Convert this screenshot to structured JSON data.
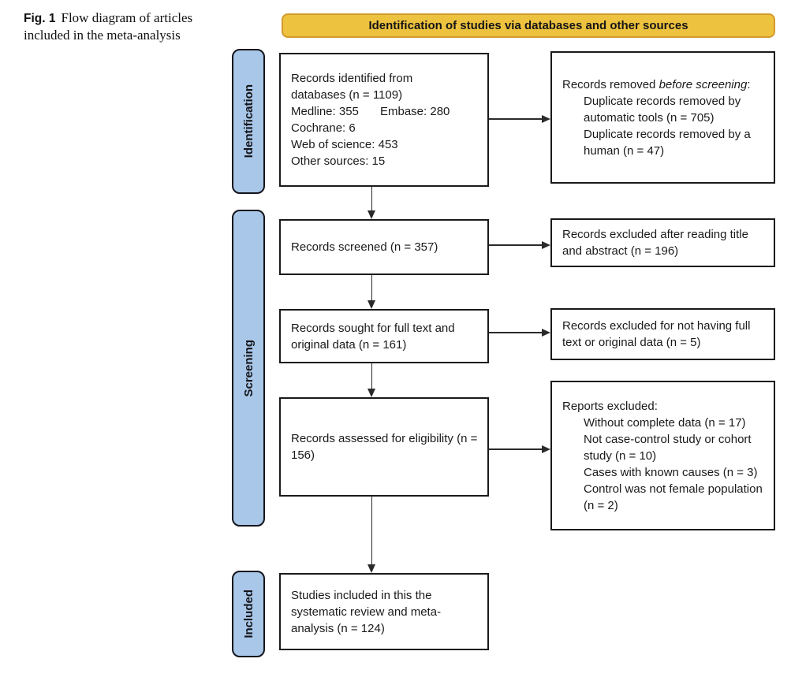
{
  "figure_caption": {
    "label": "Fig. 1",
    "text": "Flow diagram of articles included in the meta-analysis"
  },
  "banner": {
    "text": "Identification of studies via databases and other sources"
  },
  "stages": {
    "identification": "Identification",
    "screening": "Screening",
    "included": "Included"
  },
  "flow": {
    "identified": {
      "line1": "Records identified from",
      "line2": "databases (n = 1109)",
      "medline": "Medline: 355",
      "embase": "Embase: 280",
      "cochrane": "Cochrane: 6",
      "web_of_science": "Web of science: 453",
      "other_sources": "Other sources: 15"
    },
    "screened": {
      "text": "Records screened (n = 357)"
    },
    "sought": {
      "text": "Records sought for full text and original data (n = 161)"
    },
    "assessed": {
      "text": "Records assessed for eligibility (n = 156)"
    },
    "included": {
      "text": "Studies included in this the systematic review and meta-analysis (n = 124)"
    }
  },
  "exclusions": {
    "before_screening": {
      "prefix": "Records removed ",
      "italic": "before screening",
      "suffix": ":",
      "items": [
        "Duplicate records removed by automatic tools (n = 705)",
        "Duplicate records removed by a human (n = 47)"
      ]
    },
    "title_abstract": {
      "text": "Records excluded after reading title and abstract (n = 196)"
    },
    "no_full_text": {
      "text": "Records excluded for not having full text or original data (n = 5)"
    },
    "reports_excluded": {
      "heading": "Reports excluded:",
      "items": [
        "Without complete data (n = 17)",
        "Not case-control study or cohort study (n = 10)",
        "Cases with known causes (n = 3)",
        "Control was not female population (n = 2)"
      ]
    }
  },
  "colors": {
    "banner_bg": "#edc23f",
    "banner_border": "#d39a2d",
    "stage_bg": "#a9c7e8",
    "stage_border": "#14141c",
    "box_border": "#1a1a1a",
    "arrow": "#2a2a2a"
  }
}
